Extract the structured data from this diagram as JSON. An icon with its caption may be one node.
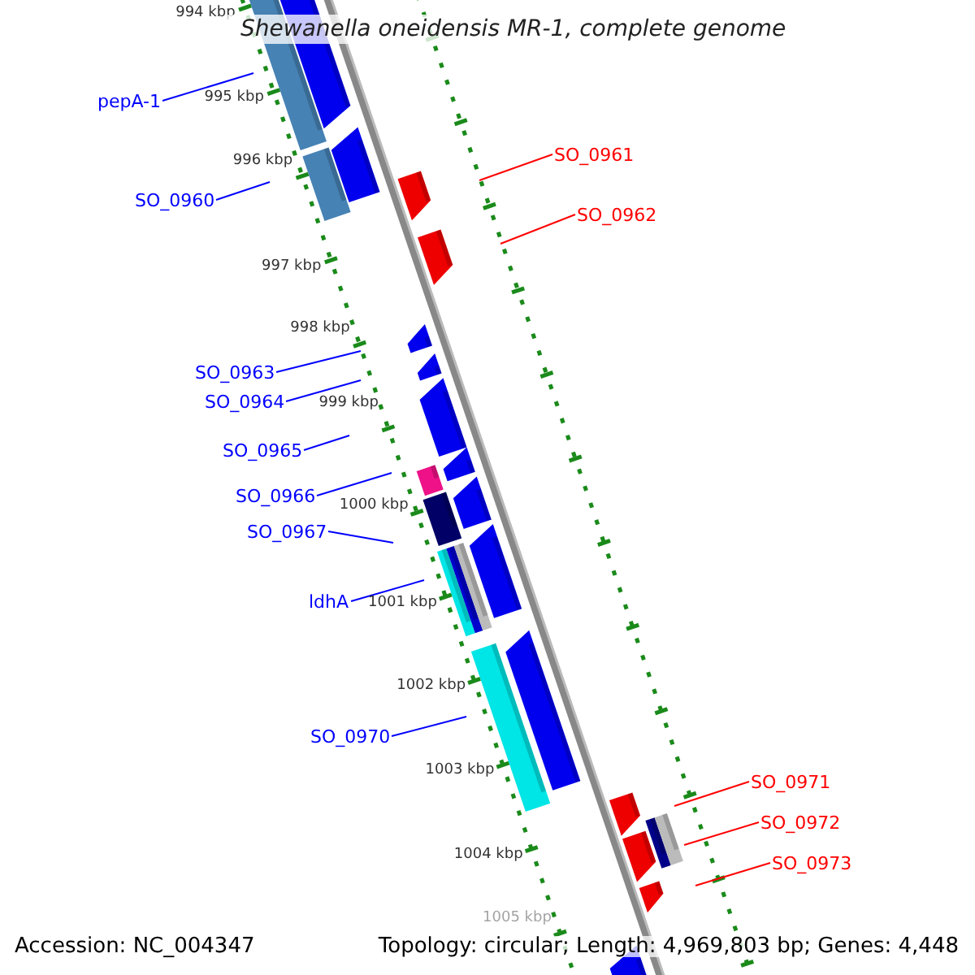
{
  "diagram": {
    "title": "Shewanella oneidensis MR-1, complete genome",
    "nodes": [
      {
        "text": [
          "pepA-1"
        ]
      },
      {
        "text": [
          "SO_0961"
        ]
      },
      {
        "text": [
          "SO_0960"
        ]
      },
      {
        "text": [
          "SO_0962"
        ]
      },
      {
        "text": [
          "SO_0963"
        ]
      },
      {
        "text": [
          "SO_0964"
        ]
      },
      {
        "text": [
          "SO_0965"
        ]
      },
      {
        "text": [
          "SO_0966"
        ]
      },
      {
        "text": [
          "SO_0967"
        ]
      },
      {
        "text": [
          "ldhA"
        ]
      },
      {
        "text": [
          "SO_0970"
        ]
      },
      {
        "text": [
          "SO_0971"
        ]
      },
      {
        "text": [
          "SO_0972"
        ]
      },
      {
        "text": [
          "SO_0973"
        ]
      }
    ],
    "edges": [
      {
        "from": 0,
        "to": null,
        "arrow": "none"
      },
      {
        "from": 1,
        "to": null,
        "arrow": "none",
        "color": "#ff0000"
      },
      {
        "from": 2,
        "to": null,
        "arrow": "none"
      },
      {
        "from": 3,
        "to": null,
        "arrow": "none",
        "color": "#ff0000"
      },
      {
        "from": 4,
        "to": null,
        "arrow": "none"
      },
      {
        "from": 5,
        "to": null,
        "arrow": "none"
      },
      {
        "from": 6,
        "to": null,
        "arrow": "none"
      },
      {
        "from": 7,
        "to": null,
        "arrow": "none"
      },
      {
        "from": 8,
        "to": null,
        "arrow": "none"
      },
      {
        "from": 9,
        "to": null,
        "arrow": "none"
      },
      {
        "from": 10,
        "to": null,
        "arrow": "none"
      },
      {
        "from": 11,
        "to": null,
        "arrow": "none",
        "color": "#ff0000"
      },
      {
        "from": 12,
        "to": null,
        "arrow": "none",
        "color": "#ff0000"
      },
      {
        "from": 13,
        "to": null,
        "arrow": "none",
        "color": "#ff0000"
      }
    ],
    "labels": [
      "994 kbp",
      "995 kbp",
      "996 kbp",
      "997 kbp",
      "998 kbp",
      "999 kbp",
      "1000 kbp",
      "1001 kbp",
      "1002 kbp",
      "1003 kbp",
      "1004 kbp",
      "1005 kbp",
      "Accession: NC_004347",
      "Topology: circular; Length: 4,969,803 bp; Genes: 4,448"
    ]
  }
}
